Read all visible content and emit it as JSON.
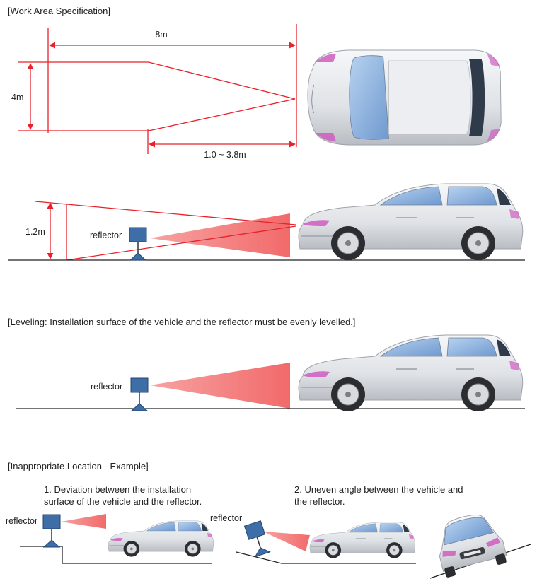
{
  "sections": {
    "work_area": {
      "title": "[Work Area Specification]"
    },
    "leveling": {
      "title": "[Leveling: Installation surface of the vehicle and the reflector must be evenly levelled.]"
    },
    "inappropriate": {
      "title": "[Inappropriate Location - Example]"
    }
  },
  "dimensions": {
    "width_8m": "8m",
    "height_4m": "4m",
    "range_distance": "1.0 ~ 3.8m",
    "height_12m": "1.2m"
  },
  "labels": {
    "reflector": "reflector"
  },
  "examples": [
    {
      "caption": "1. Deviation between the installation\n    surface of the vehicle and the reflector."
    },
    {
      "caption": "2. Uneven angle between the vehicle and\n    the reflector."
    }
  ],
  "colors": {
    "dimension_line": "#e8212b",
    "beam": "#f47c7c",
    "reflector": "#3d6ea8",
    "car_body": "#e4e6ea",
    "glass": "#8fb4df",
    "accent": "#d05cc0"
  }
}
